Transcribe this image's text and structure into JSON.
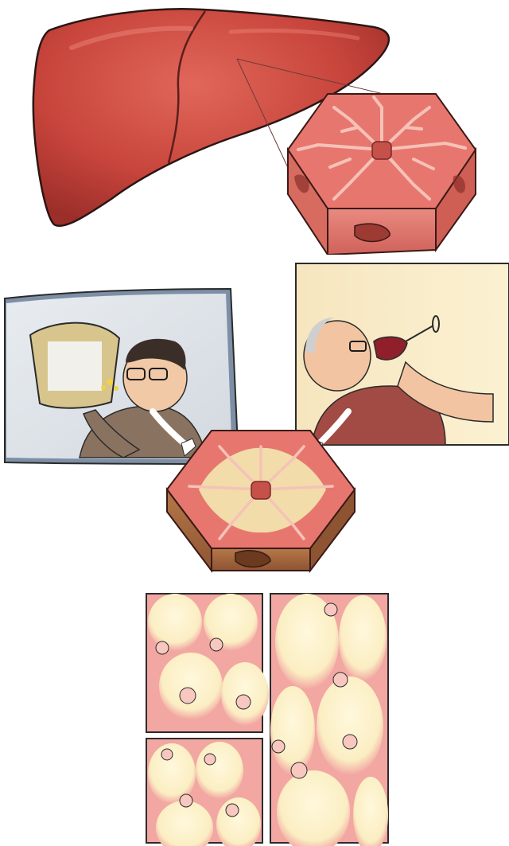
{
  "figure": {
    "sections": [
      {
        "name": "healthy-liver",
        "icon": "liver-illustration",
        "lobule_state": "healthy"
      },
      {
        "name": "causes-of-fatty-liver",
        "icons": [
          "snack-eating-man",
          "wine-drinking-man"
        ],
        "lobule_state": "fatty"
      },
      {
        "name": "hepatocyte-closeups",
        "icon": "fat-filled-cells",
        "panels": 3
      }
    ]
  },
  "colors": {
    "liver": "#c8453c",
    "liver_dark": "#9c2e2a",
    "lobule_pink": "#e7776e",
    "lobule_light": "#f6c2b8",
    "fat_yellow": "#f3e7b0",
    "fatty_side": "#a8693f",
    "panel_bg_left": "#dfe4ea",
    "panel_bg_right": "#f8ecc9",
    "cell_pink": "#f2a7a2",
    "cell_fat": "#fdf6d6"
  }
}
